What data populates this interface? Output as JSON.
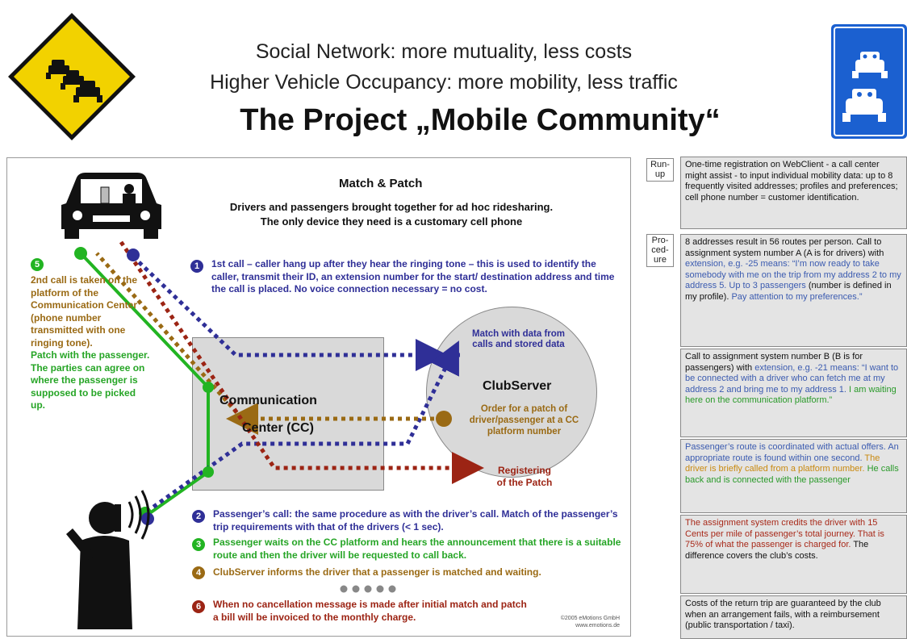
{
  "header": {
    "subtitle_1": "Social Network: more mutuality, less costs",
    "subtitle_2": "Higher Vehicle Occupancy: more mobility, less traffic",
    "title": "The Project „Mobile Community“"
  },
  "diagram": {
    "heading": "Match & Patch",
    "intro_line_1": "Drivers and passengers brought together for ad hoc ridesharing.",
    "intro_line_2": "The only device they need is a customary cell phone",
    "step1_num": "1",
    "step1_text": "1st call – caller hang up after they hear the ringing tone – this is used to identify the caller, transmit their ID, an extension number for the start/ destination address and time the call is placed. No voice connection necessary = no cost.",
    "step5_num": "5",
    "step5_text": "2nd call is taken on the platform of the Communication Center (phone number transmitted with one ringing tone).",
    "step5_patch": "Patch with the passenger. The parties can agree on where the passenger is supposed to be picked up.",
    "cc_label_1": "Communication",
    "cc_label_2": "Center (CC)",
    "match_text_bold": "Match",
    "match_text_rest": " with data from calls and stored data",
    "clubserver_label": "ClubServer",
    "order_text": "Order for a patch of driver/passenger at a CC platform number",
    "registering_text_1": "Registering",
    "registering_text_2": "of the Patch",
    "step2_num": "2",
    "step2_text": "Passenger’s call: the same procedure as with the driver’s call. Match of the passenger’s trip requirements with that of the drivers (< 1 sec).",
    "step3_num": "3",
    "step3_text": "Passenger waits on the CC platform and hears the announcement that there is a suitable route and then the driver will be requested to call back.",
    "step4_num": "4",
    "step4_text": "ClubServer informs the driver that a passenger is matched and waiting.",
    "step6_num": "6",
    "step6_text": "When no cancellation message is made after initial match and patch a bill will be invoiced to the monthly charge.",
    "copyright_1": "©2005 eMotions GmbH",
    "copyright_2": "www.emotions.de",
    "colors": {
      "blue": "#2f2f97",
      "green": "#22b422",
      "brown": "#9a6a14",
      "red": "#9c2414"
    }
  },
  "sidebar": {
    "runup_label": "Run-up",
    "procedure_label": "Pro-ced-ure",
    "box1": "One-time registration on WebClient - a call center might assist - to input individual mobility data: up to 8  frequently visited addresses; profiles and preferences; cell phone number = customer identification.",
    "box2_a": "8 addresses result in 56 routes per person. Call to assignment system number A (A is for drivers) with ",
    "box2_b": "extension, e.g. -25 means: “I’m now ready to take somebody with me on the trip from my address 2 to my address 5. Up to 3 passengers",
    "box2_c": " (number is defined in my profile). ",
    "box2_d": "Pay attention to my preferences.”",
    "box3_a": "Call to assignment system number B (B is for passengers) with ",
    "box3_b": "extension, e.g. -21 means: “I want to be connected with a driver who can fetch me at my address 2 and bring me to my address 1. ",
    "box3_c": "I am waiting here on the communication platform.”",
    "box4_a": "Passenger’s route is coordinated with actual offers. An appropriate route is found within one second. ",
    "box4_b": "The driver is briefly called from a platform number. ",
    "box4_c": "He calls back and is connected with the passenger",
    "box5_a": "The assignment system credits the driver with 15 Cents per mile of passenger’s total journey. That is 75% of what the passenger is charged for.",
    "box5_b": " The difference covers the club’s costs.",
    "box6": "Costs of the return trip are guaranteed by the club when an arrangement fails, with a reimbursement (public transportation / taxi)."
  },
  "icons": {
    "warning_sign": "traffic-jam-warning-sign-icon",
    "carpool_sign": "carpool-lane-sign-icon",
    "driver": "car-driver-icon",
    "caller": "phone-caller-icon"
  }
}
